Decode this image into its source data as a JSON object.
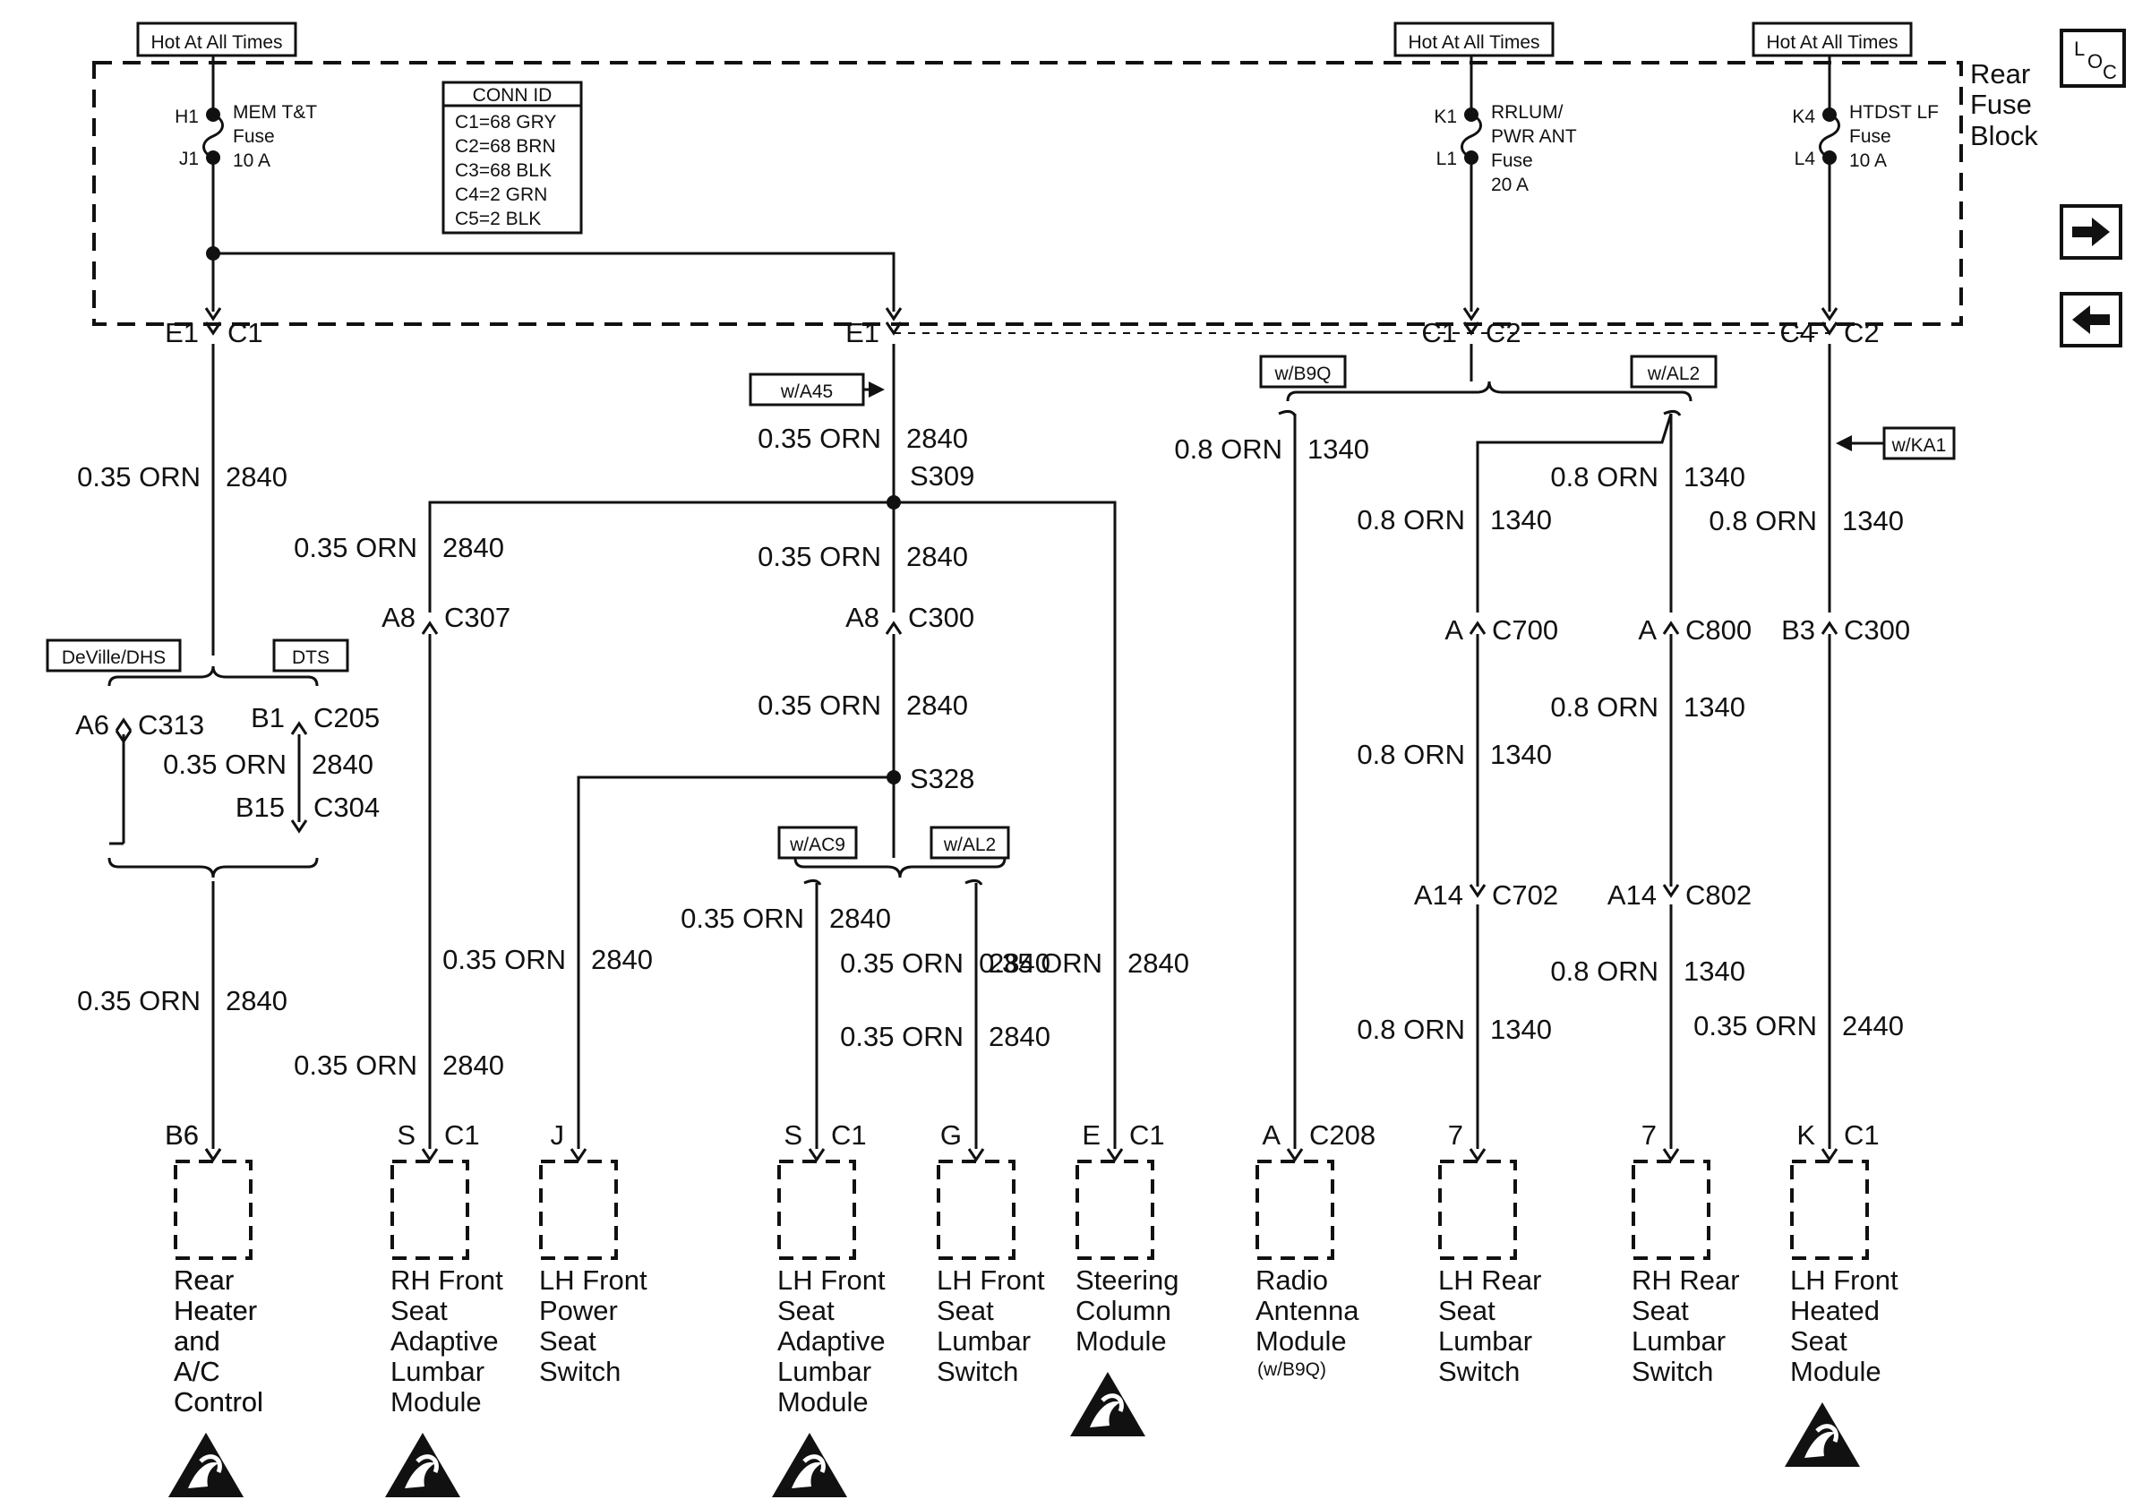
{
  "fuse_block": {
    "label_lines": [
      "Rear",
      "Fuse",
      "Block"
    ],
    "hot_labels": [
      "Hot At All Times",
      "Hot At All Times",
      "Hot At All Times"
    ],
    "fuses": [
      {
        "top_pin": "H1",
        "bottom_pin": "J1",
        "name_lines": [
          "MEM T&T",
          "Fuse",
          "10 A"
        ]
      },
      {
        "top_pin": "K1",
        "bottom_pin": "L1",
        "name_lines": [
          "RRLUM/",
          "PWR ANT",
          "Fuse",
          "20 A"
        ]
      },
      {
        "top_pin": "K4",
        "bottom_pin": "L4",
        "name_lines": [
          "HTDST LF",
          "Fuse",
          "10 A"
        ]
      }
    ],
    "conn_id": {
      "title": "CONN ID",
      "rows": [
        "C1=68 GRY",
        "C2=68 BRN",
        "C3=68 BLK",
        "C4=2 GRN",
        "C5=2 BLK"
      ]
    }
  },
  "nav": {
    "loc_letters": [
      "L",
      "O",
      "C"
    ],
    "forward_icon": "arrow-right-icon",
    "back_icon": "arrow-left-icon"
  },
  "option_labels": [
    "w/A45",
    "w/B9Q",
    "w/AL2",
    "w/KA1",
    "DeVille/DHS",
    "DTS",
    "w/AC9",
    "w/AL2"
  ],
  "connectors": [
    {
      "id": "fb-e1-c1-left",
      "pin": "E1",
      "conn": "C1"
    },
    {
      "id": "fb-e1-mid",
      "pin": "E1",
      "conn": ""
    },
    {
      "id": "fb-c1-c2",
      "pin": "C1",
      "conn": "C2"
    },
    {
      "id": "fb-c4-c2",
      "pin": "C4",
      "conn": "C2"
    },
    {
      "id": "c307",
      "pin": "A8",
      "conn": "C307"
    },
    {
      "id": "c300-a8",
      "pin": "A8",
      "conn": "C300"
    },
    {
      "id": "c700",
      "pin": "A",
      "conn": "C700"
    },
    {
      "id": "c800",
      "pin": "A",
      "conn": "C800"
    },
    {
      "id": "c300-b3",
      "pin": "B3",
      "conn": "C300"
    },
    {
      "id": "c313",
      "pin": "A6",
      "conn": "C313"
    },
    {
      "id": "c205",
      "pin": "B1",
      "conn": "C205"
    },
    {
      "id": "c304",
      "pin": "B15",
      "conn": "C304"
    },
    {
      "id": "c702",
      "pin": "A14",
      "conn": "C702"
    },
    {
      "id": "c802",
      "pin": "A14",
      "conn": "C802"
    }
  ],
  "splices": [
    {
      "name": "S309"
    },
    {
      "name": "S328"
    }
  ],
  "wires": [
    {
      "gauge_color": "0.35 ORN",
      "circuit": "2840"
    },
    {
      "gauge_color": "0.35 ORN",
      "circuit": "2840"
    },
    {
      "gauge_color": "0.35 ORN",
      "circuit": "2840"
    },
    {
      "gauge_color": "0.35 ORN",
      "circuit": "2840"
    },
    {
      "gauge_color": "0.35 ORN",
      "circuit": "2840"
    },
    {
      "gauge_color": "0.35 ORN",
      "circuit": "2840"
    },
    {
      "gauge_color": "0.35 ORN",
      "circuit": "2840"
    },
    {
      "gauge_color": "0.35 ORN",
      "circuit": "2840"
    },
    {
      "gauge_color": "0.35 ORN",
      "circuit": "2840"
    },
    {
      "gauge_color": "0.35 ORN",
      "circuit": "2840"
    },
    {
      "gauge_color": "0.35 ORN",
      "circuit": "2840"
    },
    {
      "gauge_color": "0.35 ORN",
      "circuit": "2840"
    },
    {
      "gauge_color": "0.35 ORN",
      "circuit": "2840"
    },
    {
      "gauge_color": "0.8 ORN",
      "circuit": "1340"
    },
    {
      "gauge_color": "0.8 ORN",
      "circuit": "1340"
    },
    {
      "gauge_color": "0.8 ORN",
      "circuit": "1340"
    },
    {
      "gauge_color": "0.8 ORN",
      "circuit": "1340"
    },
    {
      "gauge_color": "0.8 ORN",
      "circuit": "1340"
    },
    {
      "gauge_color": "0.8 ORN",
      "circuit": "1340"
    },
    {
      "gauge_color": "0.8 ORN",
      "circuit": "1340"
    },
    {
      "gauge_color": "0.8 ORN",
      "circuit": "1340"
    },
    {
      "gauge_color": "0.35 ORN",
      "circuit": "2440"
    },
    {
      "gauge_color": "0.35 ORN",
      "circuit": "2440"
    }
  ],
  "modules": [
    {
      "pin": "B6",
      "conn": "",
      "name_lines": [
        "Rear",
        "Heater",
        "and",
        "A/C",
        "Control"
      ],
      "note": "",
      "esd": true
    },
    {
      "pin": "S",
      "conn": "C1",
      "name_lines": [
        "RH Front",
        "Seat",
        "Adaptive",
        "Lumbar",
        "Module"
      ],
      "note": "",
      "esd": true
    },
    {
      "pin": "J",
      "conn": "",
      "name_lines": [
        "LH Front",
        "Power",
        "Seat",
        "Switch"
      ],
      "note": "",
      "esd": false
    },
    {
      "pin": "S",
      "conn": "C1",
      "name_lines": [
        "LH Front",
        "Seat",
        "Adaptive",
        "Lumbar",
        "Module"
      ],
      "note": "",
      "esd": true
    },
    {
      "pin": "G",
      "conn": "",
      "name_lines": [
        "LH Front",
        "Seat",
        "Lumbar",
        "Switch"
      ],
      "note": "",
      "esd": false
    },
    {
      "pin": "E",
      "conn": "C1",
      "name_lines": [
        "Steering",
        "Column",
        "Module"
      ],
      "note": "",
      "esd": true
    },
    {
      "pin": "A",
      "conn": "C208",
      "name_lines": [
        "Radio",
        "Antenna",
        "Module"
      ],
      "note": "(w/B9Q)",
      "esd": false
    },
    {
      "pin": "7",
      "conn": "",
      "name_lines": [
        "LH Rear",
        "Seat",
        "Lumbar",
        "Switch"
      ],
      "note": "",
      "esd": false
    },
    {
      "pin": "7",
      "conn": "",
      "name_lines": [
        "RH Rear",
        "Seat",
        "Lumbar",
        "Switch"
      ],
      "note": "",
      "esd": false
    },
    {
      "pin": "K",
      "conn": "C1",
      "name_lines": [
        "LH Front",
        "Heated",
        "Seat",
        "Module"
      ],
      "note": "",
      "esd": true
    }
  ],
  "colors": {
    "ink": "#111111",
    "background": "#ffffff"
  }
}
